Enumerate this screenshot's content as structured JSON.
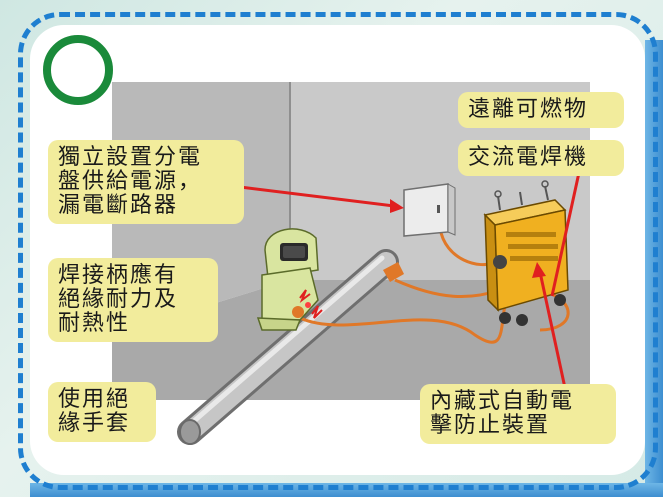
{
  "labels": {
    "distributor": "獨立設置分電\n盤供給電源，\n漏電斷路器",
    "holder": "焊接柄應有\n絕緣耐力及\n耐熱性",
    "gloves": "使用絕\n緣手套",
    "flammables": "遠離可燃物",
    "welder": "交流電焊機",
    "auto_shock": "內藏式自動電\n擊防止裝置"
  },
  "colors": {
    "frame_blue": "#1f7fd0",
    "label_yellow": "#f2ec9c",
    "circle_green": "#1a8a3a",
    "arrow_red": "#e02020",
    "welder_yellow": "#f0b020",
    "cable_orange": "#e07828"
  }
}
